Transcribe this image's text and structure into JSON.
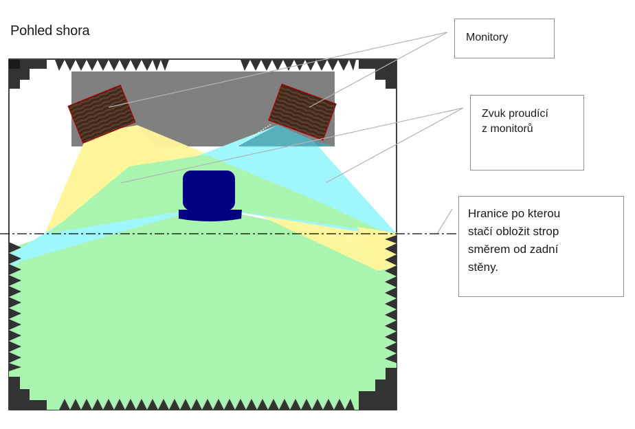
{
  "title": "Pohled shora",
  "callouts": {
    "monitors": "Monitory",
    "sound": "Zvuk proudící\nz monitorů",
    "boundary": "Hranice po kterou\nstačí  obložit strop\nsměrem od zadní\nstěny."
  },
  "colors": {
    "room_outline": "#000000",
    "desk": "#808080",
    "left_cone": "#fff59a",
    "right_cone": "#9ff6fb",
    "overlap": "#a9f5b0",
    "monitor_wood": "#4a3020",
    "monitor_border": "#b30000",
    "chair": "#000080",
    "absorber": "#333333",
    "leader_line": "#b3b3b3",
    "boundary_line": "#000000"
  },
  "icons": {
    "monitor_left": "monitor-icon",
    "monitor_right": "monitor-icon",
    "listener": "chair-icon"
  }
}
